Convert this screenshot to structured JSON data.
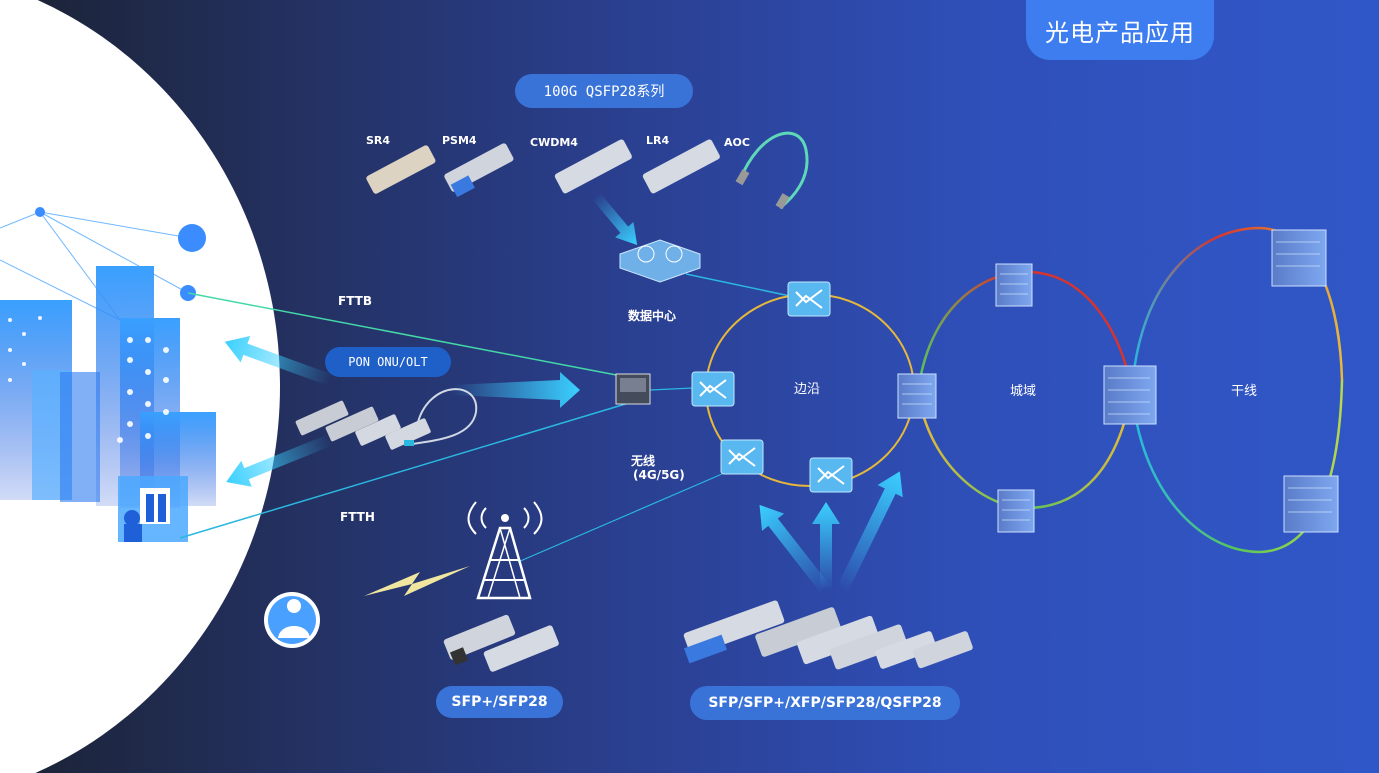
{
  "header": {
    "title": "光电产品应用"
  },
  "qsfp": {
    "series_label": "100G QSFP28系列",
    "modules": [
      "SR4",
      "PSM4",
      "CWDM4",
      "LR4",
      "AOC"
    ]
  },
  "access": {
    "fttb": "FTTB",
    "ftth": "FTTH",
    "pon_label": "PON ONU/OLT",
    "wireless": "无线",
    "wireless_sub": "(4G/5G)"
  },
  "network": {
    "datacenter": "数据中心",
    "edge": "边沿",
    "metro": "城域",
    "backbone": "干线"
  },
  "products": {
    "sfp_plus": "SFP+/SFP28",
    "multi": "SFP/SFP+/XFP/SFP28/QSFP28"
  },
  "colors": {
    "accent": "#3d7df0",
    "ring_edge": "#e8b83a",
    "ring_red": "#d8342c",
    "ring_green": "#58c65a",
    "ring_cyan": "#2ab8e0"
  }
}
